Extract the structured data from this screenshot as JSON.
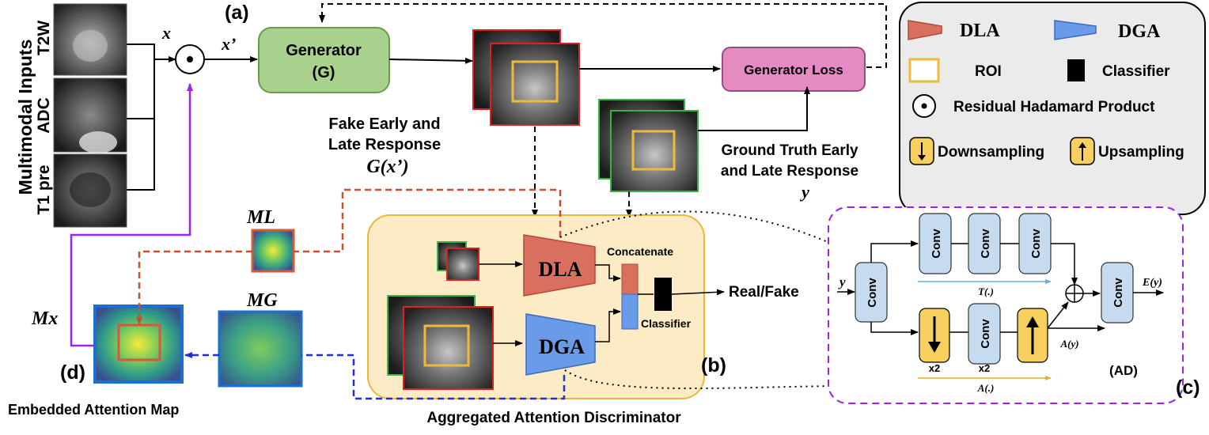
{
  "panels": {
    "a": "(a)",
    "b": "(b)",
    "c": "(c)",
    "d": "(d)"
  },
  "inputs": {
    "group_title": "Multimodal Inputs",
    "t2w": "T2W",
    "adc": "ADC",
    "t1pre": "T1 pre",
    "x": "x",
    "x_prime": "x’"
  },
  "generator": {
    "line1": "Generator",
    "line2": "(G)",
    "loss": "Generator Loss"
  },
  "fake": {
    "line1": "Fake Early and",
    "line2": "Late Response",
    "symbol": "G(x’)"
  },
  "ground_truth": {
    "line1": "Ground Truth Early",
    "line2": "and Late Response",
    "symbol": "y"
  },
  "maps": {
    "ml": "ML",
    "mg": "MG",
    "mx": "Mx",
    "embedded": "Embedded Attention Map"
  },
  "discriminator": {
    "dla": "DLA",
    "dga": "DGA",
    "concatenate": "Concatenate",
    "classifier": "Classifier",
    "output": "Real/Fake",
    "title": "Aggregated Attention Discriminator"
  },
  "legend": {
    "dla": "DLA",
    "dga": "DGA",
    "roi": "ROI",
    "classifier": "Classifier",
    "hadamard": "Residual Hadamard Product",
    "downsampling": "Downsampling",
    "upsampling": "Upsampling"
  },
  "ad_block": {
    "conv": "Conv",
    "input": "y",
    "output": "E(y)",
    "trunk": "T(.)",
    "mask": "A(.)",
    "mask_out": "A(y)",
    "x2a": "x2",
    "x2b": "x2",
    "label": "(AD)"
  },
  "colors": {
    "generator_fill": "#a9d18e",
    "loss_fill": "#e48bc4",
    "dla_fill": "#d9705f",
    "dga_fill": "#6a9be8",
    "roi": "#f0b93a",
    "aad_fill": "#fdebc5",
    "conv_fill": "#c6dbf0",
    "sample_fill": "#f7d060",
    "purple": "#a020f0"
  }
}
